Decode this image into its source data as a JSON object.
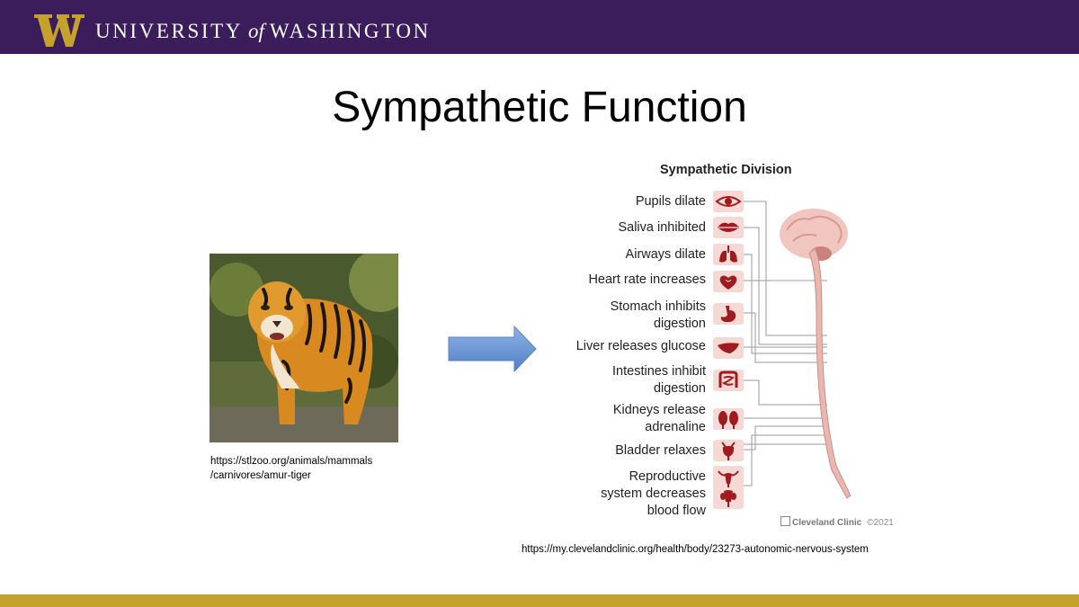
{
  "header": {
    "logo_letter": "W",
    "university_prefix": "UNIVERSITY",
    "university_of": "of",
    "university_suffix": "WASHINGTON",
    "colors": {
      "purple": "#3b1d5c",
      "gold": "#c4a22c"
    }
  },
  "slide": {
    "title": "Sympathetic Function",
    "tiger_caption_line1": "https://stlzoo.org/animals/mammals",
    "tiger_caption_line2": "/carnivores/amur-tiger",
    "diagram_caption": "https://my.clevelandclinic.org/health/body/23273-autonomic-nervous-system"
  },
  "diagram": {
    "title": "Sympathetic Division",
    "effects": [
      {
        "lines": [
          "Pupils dilate"
        ],
        "icon": "eye-icon"
      },
      {
        "lines": [
          "Saliva inhibited"
        ],
        "icon": "lips-icon"
      },
      {
        "lines": [
          "Airways dilate"
        ],
        "icon": "lungs-icon"
      },
      {
        "lines": [
          "Heart rate increases"
        ],
        "icon": "heart-icon"
      },
      {
        "lines": [
          "Stomach inhibits",
          "digestion"
        ],
        "icon": "stomach-icon"
      },
      {
        "lines": [
          "Liver releases glucose"
        ],
        "icon": "liver-icon"
      },
      {
        "lines": [
          "Intestines inhibit",
          "digestion"
        ],
        "icon": "intestines-icon"
      },
      {
        "lines": [
          "Kidneys release",
          "adrenaline"
        ],
        "icon": "kidneys-icon"
      },
      {
        "lines": [
          "Bladder relaxes"
        ],
        "icon": "bladder-icon"
      },
      {
        "lines": [
          "Reproductive",
          "system decreases",
          "blood flow"
        ],
        "icon": "reproductive-icon"
      }
    ],
    "credit": "Cleveland Clinic",
    "copyright": "©2021",
    "colors": {
      "organ_bg": "#f6d9d5",
      "organ": "#9e1b1f",
      "spine": "#e9b7b0"
    }
  }
}
